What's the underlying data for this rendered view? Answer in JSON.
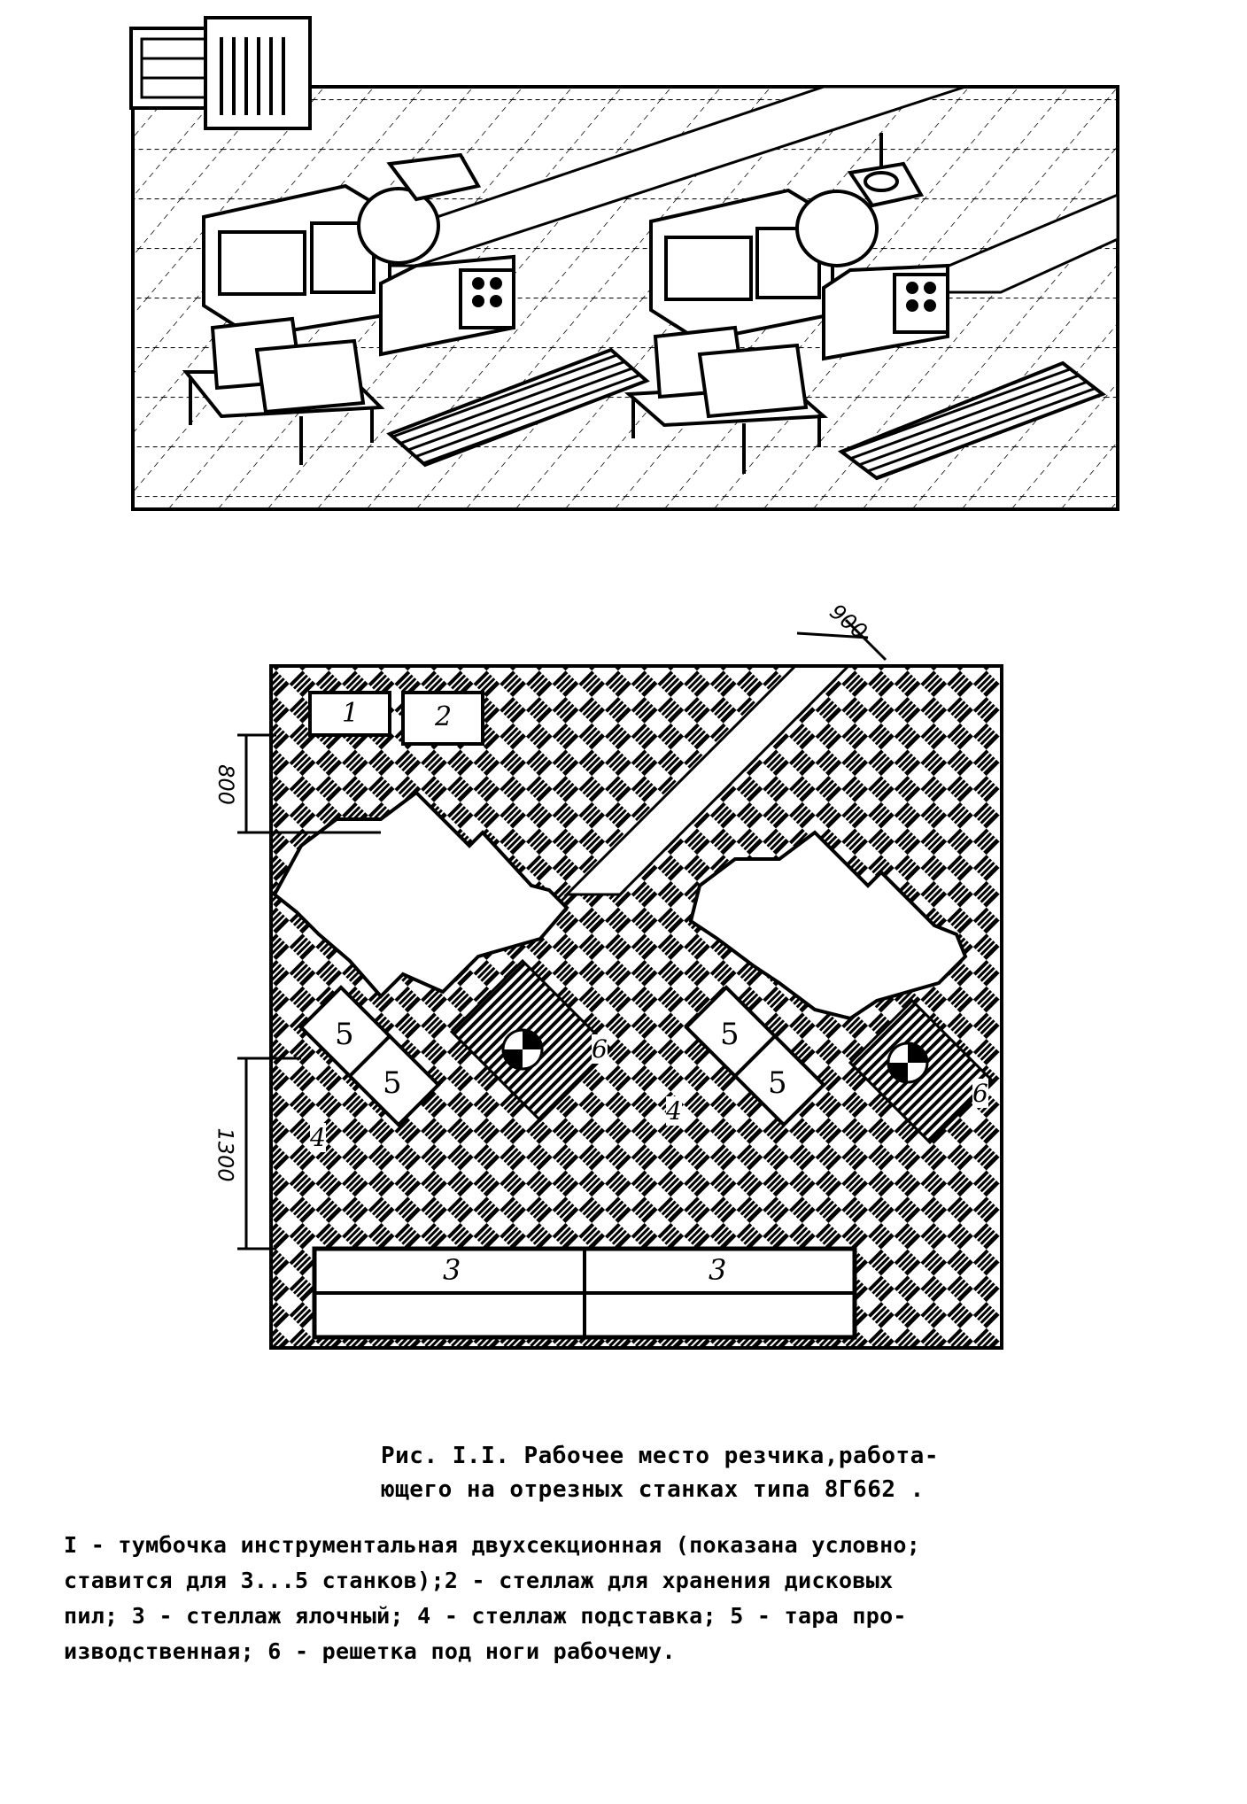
{
  "figure": {
    "dimensions": {
      "top": "900",
      "left_upper": "800",
      "left_lower": "1300"
    },
    "labels": {
      "cabinet": "1",
      "rack_saws": "2",
      "rack_a": "3",
      "rack_b": "3",
      "stand_a": "4",
      "stand_b": "4",
      "tara_a1": "5",
      "tara_a2": "5",
      "tara_b1": "5",
      "tara_b2": "5",
      "grate_a": "6",
      "grate_b": "6"
    }
  },
  "caption": {
    "title_line1": "Рис. I.I. Рабочее место резчика,работа-",
    "title_line2": "ющего на отрезных станках типа  8Г662 .",
    "body_line1": "I - тумбочка инструментальная двухсекционная (показана условно;",
    "body_line2": "ставится для 3...5 станков);2 - стеллаж для хранения дисковых",
    "body_line3": "пил; 3 - стеллаж ялочный; 4 - стеллаж подставка; 5 - тара про-",
    "body_line4": "изводственная; 6 - решетка под ноги рабочему."
  }
}
